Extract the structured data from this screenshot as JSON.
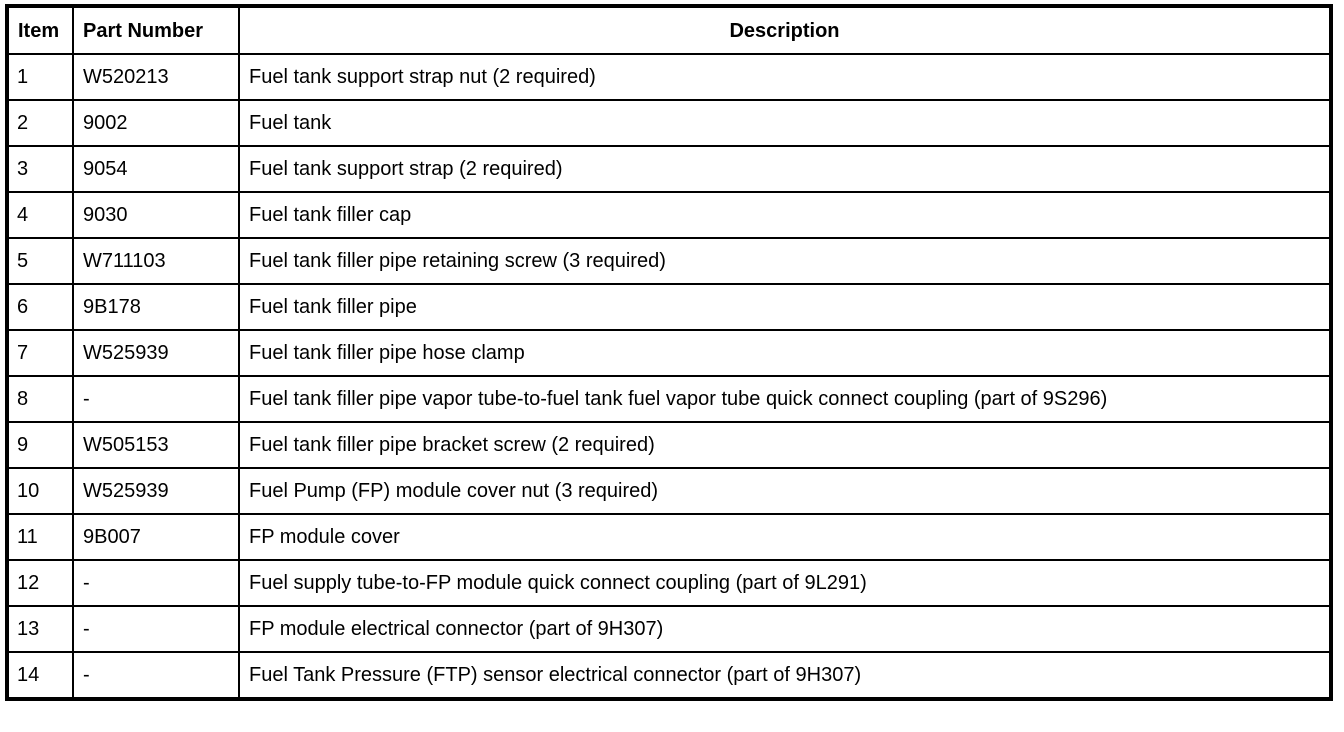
{
  "table": {
    "name": "fuel-tank-parts-list",
    "columns": [
      {
        "key": "item",
        "label": "Item"
      },
      {
        "key": "part_number",
        "label": "Part Number"
      },
      {
        "key": "description",
        "label": "Description"
      }
    ],
    "rows": [
      {
        "item": "1",
        "part_number": "W520213",
        "description": "Fuel tank support strap nut (2 required)"
      },
      {
        "item": "2",
        "part_number": "9002",
        "description": "Fuel tank"
      },
      {
        "item": "3",
        "part_number": "9054",
        "description": "Fuel tank support strap (2 required)"
      },
      {
        "item": "4",
        "part_number": "9030",
        "description": "Fuel tank filler cap"
      },
      {
        "item": "5",
        "part_number": "W711103",
        "description": "Fuel tank filler pipe retaining screw (3 required)"
      },
      {
        "item": "6",
        "part_number": "9B178",
        "description": "Fuel tank filler pipe"
      },
      {
        "item": "7",
        "part_number": "W525939",
        "description": "Fuel tank filler pipe hose clamp"
      },
      {
        "item": "8",
        "part_number": "-",
        "description": "Fuel tank filler pipe vapor tube-to-fuel tank fuel vapor tube quick connect coupling (part of 9S296)"
      },
      {
        "item": "9",
        "part_number": "W505153",
        "description": "Fuel tank filler pipe bracket screw (2 required)"
      },
      {
        "item": "10",
        "part_number": "W525939",
        "description": "Fuel Pump (FP) module cover nut (3 required)"
      },
      {
        "item": "11",
        "part_number": "9B007",
        "description": "FP module cover"
      },
      {
        "item": "12",
        "part_number": "-",
        "description": "Fuel supply tube-to-FP module quick connect coupling (part of 9L291)"
      },
      {
        "item": "13",
        "part_number": "-",
        "description": "FP module electrical connector (part of 9H307)"
      },
      {
        "item": "14",
        "part_number": "-",
        "description": "Fuel Tank Pressure (FTP) sensor electrical connector (part of 9H307)"
      }
    ]
  },
  "style": {
    "border_color": "#000000",
    "text_color": "#000000",
    "background": "#ffffff"
  }
}
